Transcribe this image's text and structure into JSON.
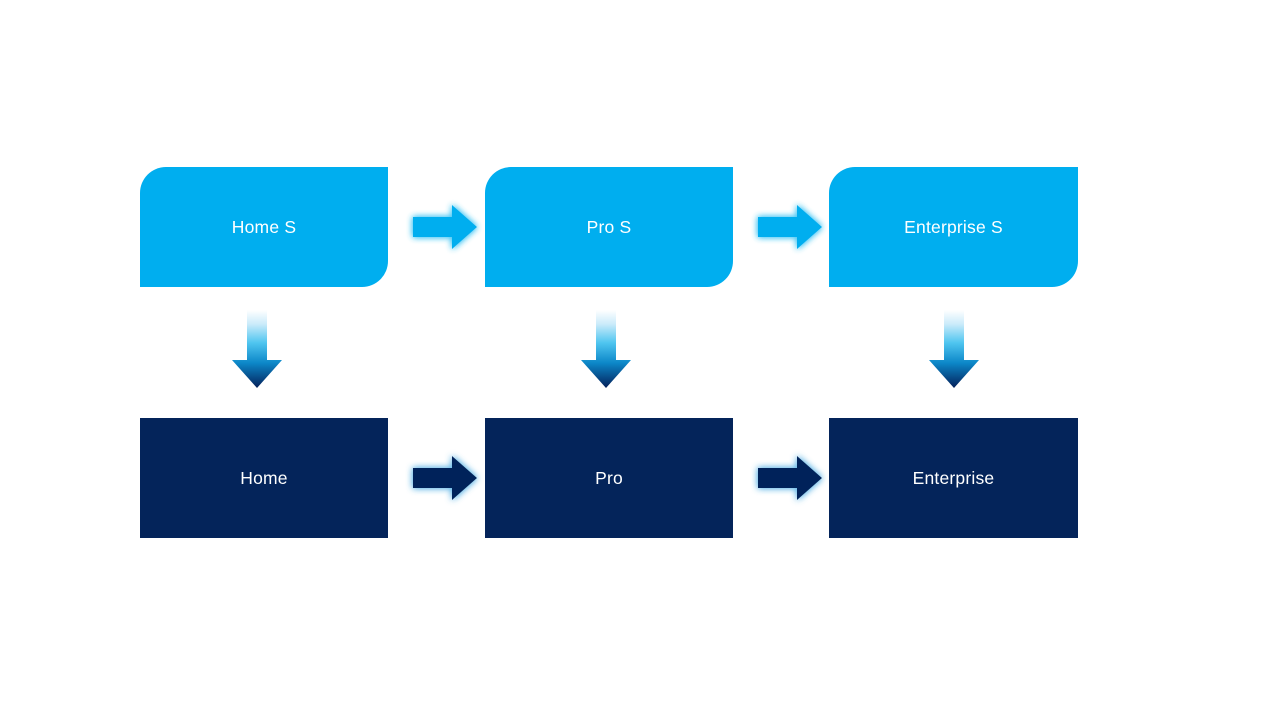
{
  "diagram": {
    "title": "Product tier progression diagram",
    "background_color": "#FFFFFF",
    "colors": {
      "tier_top_fill": "#00AEEF",
      "tier_bottom_fill": "#04245A",
      "label_text": "#FFFFFF",
      "horizontal_arrow_top_fill": "#00AEEF",
      "horizontal_arrow_bottom_fill": "#04245A",
      "vertical_arrow_gradient_start": "#FFFFFF",
      "vertical_arrow_gradient_mid": "#29B6ED",
      "vertical_arrow_gradient_end": "#042050",
      "glow_top": "#7FD9F7",
      "glow_bottom": "#5BB8E8"
    },
    "rows": [
      {
        "name": "software-row",
        "style": "cyan-rounded",
        "boxes": [
          {
            "label": "Home S"
          },
          {
            "label": "Pro S"
          },
          {
            "label": "Enterprise S"
          }
        ],
        "connector_icons": [
          {
            "icon": "arrow-right-icon"
          },
          {
            "icon": "arrow-right-icon"
          }
        ]
      },
      {
        "name": "hardware-row",
        "style": "navy-square",
        "boxes": [
          {
            "label": "Home"
          },
          {
            "label": "Pro"
          },
          {
            "label": "Enterprise"
          }
        ],
        "connector_icons": [
          {
            "icon": "arrow-right-icon"
          },
          {
            "icon": "arrow-right-icon"
          }
        ]
      }
    ],
    "vertical_connectors": [
      {
        "icon": "arrow-down-icon",
        "from": "Home S",
        "to": "Home"
      },
      {
        "icon": "arrow-down-icon",
        "from": "Pro S",
        "to": "Pro"
      },
      {
        "icon": "arrow-down-icon",
        "from": "Enterprise S",
        "to": "Enterprise"
      }
    ]
  }
}
